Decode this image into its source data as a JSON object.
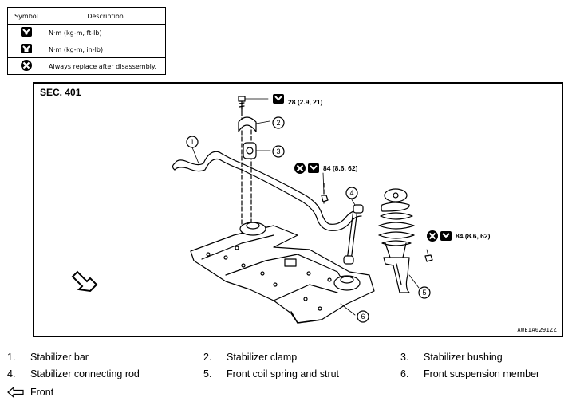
{
  "symbol_table": {
    "header_symbol": "Symbol",
    "header_description": "Description",
    "rows": [
      {
        "icon": "torque-wrench-icon",
        "description": "N·m (kg-m, ft-lb)"
      },
      {
        "icon": "torque-wrench-inlb-icon",
        "description": "N·m (kg-m, in-lb)"
      },
      {
        "icon": "always-replace-icon",
        "description": "Always replace after disassembly."
      }
    ]
  },
  "diagram": {
    "section": "SEC. 401",
    "ref_code": "AWEIA0291ZZ",
    "torques": [
      {
        "value": "28 (2.9, 21)",
        "replace": false
      },
      {
        "value": "84 (8.6, 62)",
        "replace": true
      },
      {
        "value": "84 (8.6, 62)",
        "replace": true
      }
    ],
    "callouts": [
      "1",
      "2",
      "3",
      "4",
      "5",
      "6"
    ]
  },
  "legend": [
    {
      "num": "1.",
      "label": "Stabilizer bar"
    },
    {
      "num": "2.",
      "label": "Stabilizer clamp"
    },
    {
      "num": "3.",
      "label": "Stabilizer bushing"
    },
    {
      "num": "4.",
      "label": "Stabilizer connecting rod"
    },
    {
      "num": "5.",
      "label": "Front coil spring and strut"
    },
    {
      "num": "6.",
      "label": "Front suspension member"
    }
  ],
  "front_legend": {
    "icon": "front-arrow-icon",
    "label": "Front"
  }
}
